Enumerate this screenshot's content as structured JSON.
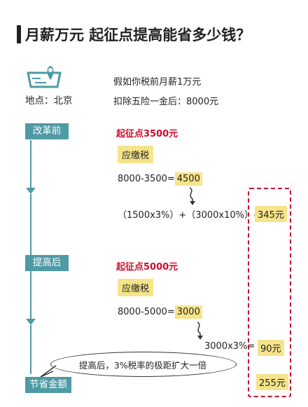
{
  "title": "月薪万元 起征点提高能省多少钱？",
  "location": {
    "label": "地点：北京",
    "line1": "假如你税前月薪1万元",
    "line2": "扣除五险一金后：8000元"
  },
  "before": {
    "stage": "改革前",
    "threshold": "起征点3500元",
    "taxable_tag": "应缴税",
    "equation_left": "8000-3500=",
    "equation_result": "4500",
    "tax_calc": "（1500x3%）+（3000x10%）=",
    "tax_result": "345元"
  },
  "after": {
    "stage": "提高后",
    "threshold": "起征点5000元",
    "taxable_tag": "应缴税",
    "equation_left": "8000-5000=",
    "equation_result": "3000",
    "tax_calc": "3000x3%=",
    "tax_result": "90元"
  },
  "savings": {
    "stage": "节省金额",
    "note": "提高后，3%税率的极距扩大一倍",
    "result": "255元"
  },
  "colors": {
    "teal": "#4e9aa5",
    "red": "#c8102e",
    "highlight": "#f6e48a"
  },
  "icons": [
    "map-pin-icon",
    "curved-arrow-icon"
  ]
}
